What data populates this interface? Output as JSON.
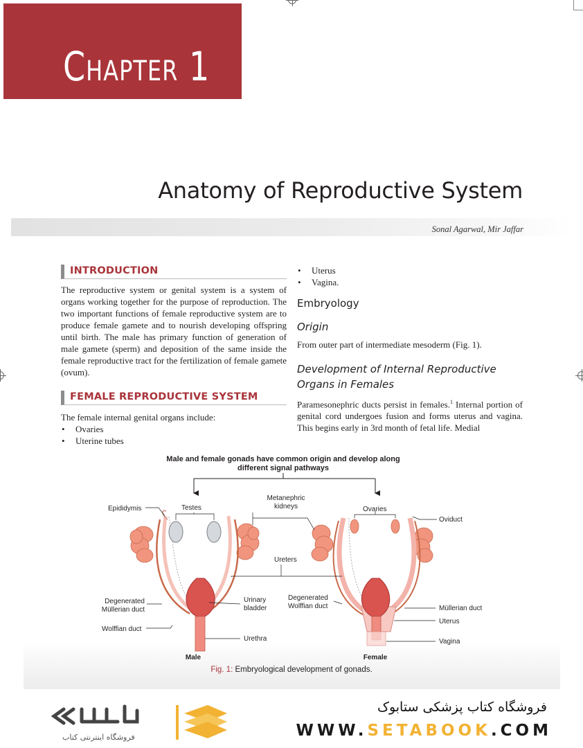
{
  "chapter": {
    "label": "Chapter 1"
  },
  "title": "Anatomy of Reproductive System",
  "authors": "Sonal Agarwal, Mir Jaffar",
  "left_column": {
    "intro_heading": "INTRODUCTION",
    "intro_text": "The reproductive system or genital system is a system of organs working together for the purpose of reproduction. The two important functions of female reproductive system are to produce female gamete and to nourish developing offspring until birth. The male has primary function of generation of male gamete (sperm) and deposition of the same inside the female reproductive tract for the fertilization of female gamete (ovum).",
    "female_heading": "FEMALE REPRODUCTIVE SYSTEM",
    "female_text": "The female internal genital organs include:",
    "organs": [
      "Ovaries",
      "Uterine tubes"
    ]
  },
  "right_column": {
    "organs": [
      "Uterus",
      "Vagina."
    ],
    "embryology_heading": "Embryology",
    "origin_heading": "Origin",
    "origin_text": "From outer part of intermediate mesoderm (Fig. 1).",
    "development_heading": "Development of Internal Reproductive Organs in Females",
    "development_text_a": "Paramesonephric ducts persist in females.",
    "development_ref": "1",
    "development_text_b": " Internal portion of genital cord undergoes fusion and forms uterus and vagina. This begins early in 3rd month of fetal life. Medial"
  },
  "figure": {
    "title_line1": "Male and female gonads have common origin and develop along",
    "title_line2": "different signal pathways",
    "labels": {
      "testes": "Testes",
      "epididymis": "Epididymis",
      "metanephric_line1": "Metanephric",
      "metanephric_line2": "kidneys",
      "ovaries": "Ovaries",
      "oviduct": "Oviduct",
      "ureters": "Ureters",
      "degen_mullerian_line1": "Degenerated",
      "degen_mullerian_line2": "Müllerian duct",
      "urinary_line1": "Urinary",
      "urinary_line2": "bladder",
      "degen_wolffian_line1": "Degenerated",
      "degen_wolffian_line2": "Wolffian duct",
      "mullerian_duct": "Müllerian duct",
      "uterus": "Uterus",
      "wolffian_duct": "Wolffian duct",
      "urethra": "Urethra",
      "vagina": "Vagina",
      "male": "Male",
      "female": "Female"
    },
    "caption_label": "Fig. 1:",
    "caption_text": " Embryological development of gonads."
  },
  "footer": {
    "shop_name": "فروشگاه کتاب پزشکی ستابوک",
    "url_prefix": "WWW.",
    "url_brand": "SETABOOK",
    "url_suffix": ".COM",
    "logo_text": "فروشگاه اینترنتی کتاب"
  },
  "colors": {
    "banner": "#a9343a",
    "heading": "#a9343a",
    "tissue": "#f0a8a0",
    "organ": "#d9534f",
    "kidney": "#f1957e",
    "logo_gold": "#f2b233",
    "brand_accent": "#f2b233"
  }
}
